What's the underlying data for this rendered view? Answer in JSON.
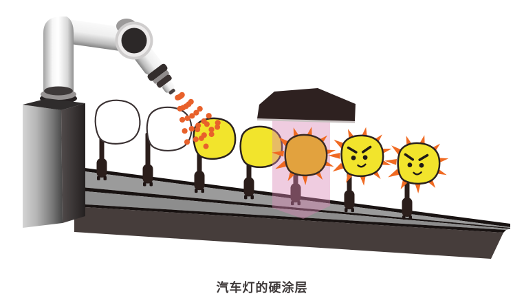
{
  "diagram": {
    "caption": "汽车灯的硬涂层",
    "entities": {
      "robot_label": "spray-coating-robot-arm",
      "conveyor_label": "conveyor-belt",
      "uv_label": "uv-curing-lamp"
    },
    "process_stages": [
      {
        "id": 1,
        "stage": "uncoated"
      },
      {
        "id": 2,
        "stage": "uncoated"
      },
      {
        "id": 3,
        "stage": "spray-coating"
      },
      {
        "id": 4,
        "stage": "coated"
      },
      {
        "id": 5,
        "stage": "uv-curing"
      },
      {
        "id": 6,
        "stage": "hardened"
      },
      {
        "id": 7,
        "stage": "hardened"
      }
    ],
    "colors": {
      "background": "#FFFFFF",
      "lens_yellow": "#F2E42C",
      "lens_cured_orange": "#E2A23E",
      "spray_orange": "#E8612B",
      "spike_orange": "#F06A22",
      "outline_dark": "#2A211E",
      "white_lens_outline": "#3A3132",
      "post_dark": "#2B1E1B",
      "belt_top": "#9B9B9B",
      "belt_mid": "#8D8D8D",
      "belt_face": "#463D3B",
      "belt_edge": "#181211",
      "beam_pink": "#D886B4",
      "hood_dark": "#2E2120",
      "caption_color": "#3E3939"
    }
  }
}
